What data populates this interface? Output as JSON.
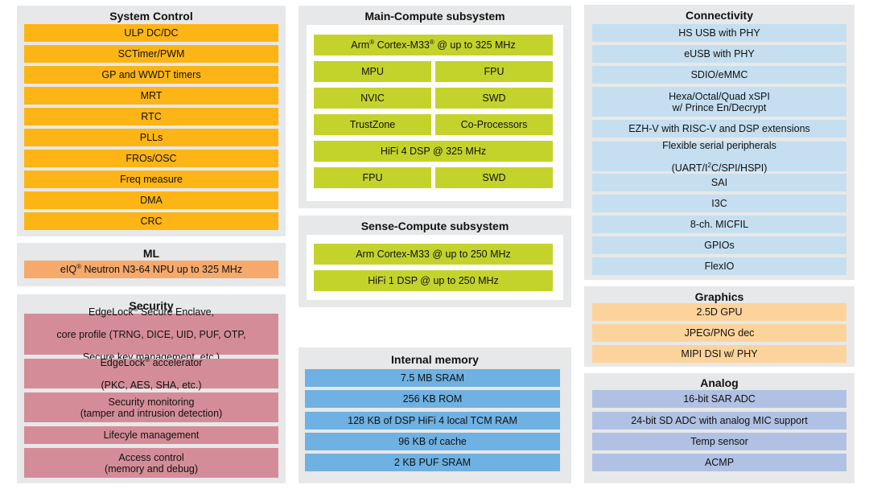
{
  "colors": {
    "panel_bg": "#e7e8e9",
    "system_control": "#fdb515",
    "ml": "#f5a96b",
    "security": "#d48d98",
    "compute": "#c4d32c",
    "memory": "#6eb1e2",
    "connectivity": "#c5dff0",
    "graphics": "#fcd49b",
    "analog": "#b0c1e3"
  },
  "system_control": {
    "title": "System Control",
    "items": [
      "ULP DC/DC",
      "SCTimer/PWM",
      "GP and WWDT timers",
      "MRT",
      "RTC",
      "PLLs",
      "FROs/OSC",
      "Freq measure",
      "DMA",
      "CRC"
    ]
  },
  "ml": {
    "title": "ML",
    "item_pre": "eIQ",
    "item_sup": "®",
    "item_post": " Neutron N3-64 NPU up to 325 MHz"
  },
  "security": {
    "title": "Security",
    "enclave_pre": "EdgeLock",
    "enclave_sup": "®",
    "enclave_post": " Secure Enclave,",
    "enclave_line2": "core profile (TRNG, DICE, UID, PUF, OTP,",
    "enclave_line3": "Secure key management, etc.)",
    "accel_pre": "EdgeLock",
    "accel_sup": "®",
    "accel_post": " accelerator",
    "accel_line2": "(PKC, AES, SHA, etc.)",
    "monitoring": "Security monitoring\n(tamper and intrusion detection)",
    "lifecycle": "Lifecyle management",
    "access": "Access control\n(memory and debug)"
  },
  "main_compute": {
    "title": "Main-Compute subsystem",
    "core_a": "Arm",
    "core_sup1": "®",
    "core_b": " Cortex-M33",
    "core_sup2": "®",
    "core_c": " @ up to 325 MHz",
    "mpu": "MPU",
    "fpu": "FPU",
    "nvic": "NVIC",
    "swd": "SWD",
    "trustzone": "TrustZone",
    "coproc": "Co-Processors",
    "dsp": "HiFi 4 DSP @ 325 MHz",
    "dsp_fpu": "FPU",
    "dsp_swd": "SWD"
  },
  "sense_compute": {
    "title": "Sense-Compute subsystem",
    "core": "Arm Cortex-M33 @ up to 250 MHz",
    "dsp": "HiFi 1 DSP @ up to 250 MHz"
  },
  "memory": {
    "title": "Internal memory",
    "items": [
      "7.5 MB SRAM",
      "256 KB ROM",
      "128 KB of DSP HiFi 4 local TCM RAM",
      "96 KB of cache",
      "2 KB PUF SRAM"
    ]
  },
  "connectivity": {
    "title": "Connectivity",
    "hs_usb": "HS USB with PHY",
    "eusb": "eUSB with PHY",
    "sdio": "SDIO/eMMC",
    "xspi": "Hexa/Octal/Quad xSPI\nw/ Prince En/Decrypt",
    "ezh": "EZH-V with RISC-V and DSP extensions",
    "serial_line1": "Flexible serial peripherals",
    "serial_pre": "(UART/I",
    "serial_sup": "2",
    "serial_post": "C/SPI/HSPI)",
    "sai": "SAI",
    "i3c": "I3C",
    "micfil": "8-ch. MICFIL",
    "gpios": "GPIOs",
    "flexio": "FlexIO"
  },
  "graphics": {
    "title": "Graphics",
    "items": [
      "2.5D GPU",
      "JPEG/PNG dec",
      "MIPI DSI w/ PHY"
    ]
  },
  "analog": {
    "title": "Analog",
    "items": [
      "16-bit SAR ADC",
      "24-bit SD ADC with analog MIC support",
      "Temp sensor",
      "ACMP"
    ]
  }
}
